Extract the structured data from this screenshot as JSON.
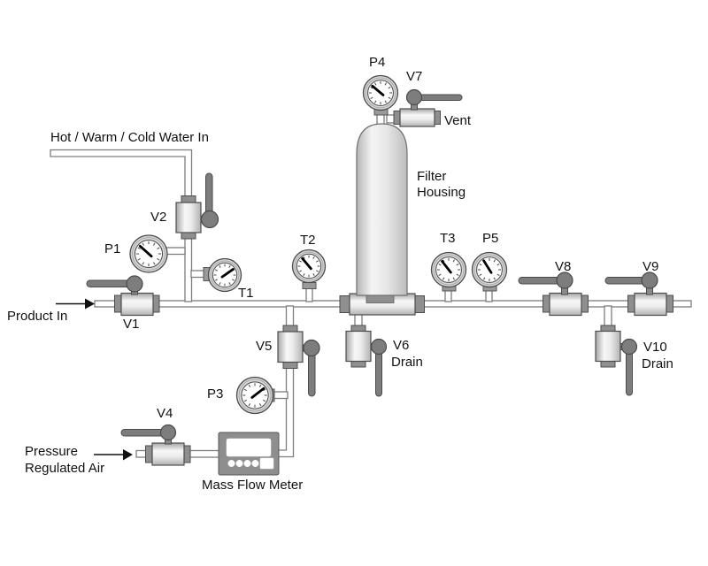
{
  "labels": {
    "water_in": "Hot / Warm / Cold Water In",
    "product_in": "Product In",
    "pressure_air_line1": "Pressure",
    "pressure_air_line2": "Regulated Air",
    "mass_flow_meter": "Mass Flow Meter",
    "filter_housing_line1": "Filter",
    "filter_housing_line2": "Housing",
    "vent": "Vent",
    "valves": {
      "v1": "V1",
      "v2": "V2",
      "v4": "V4",
      "v5": "V5",
      "v6": "V6",
      "v7": "V7",
      "v8": "V8",
      "v9": "V9",
      "v10": "V10"
    },
    "drains": {
      "v6": "Drain",
      "v10": "Drain"
    },
    "gauges": {
      "p1": "P1",
      "p3": "P3",
      "p4": "P4",
      "p5": "P5",
      "t1": "T1",
      "t2": "T2",
      "t3": "T3"
    }
  },
  "colors": {
    "pipe_fill": "#ffffff",
    "outline": "#4d4d4d",
    "metal_dark": "#8f8f8f",
    "handle": "#7d7d7d",
    "meter_body": "#8e8e8e",
    "text": "#111111"
  }
}
